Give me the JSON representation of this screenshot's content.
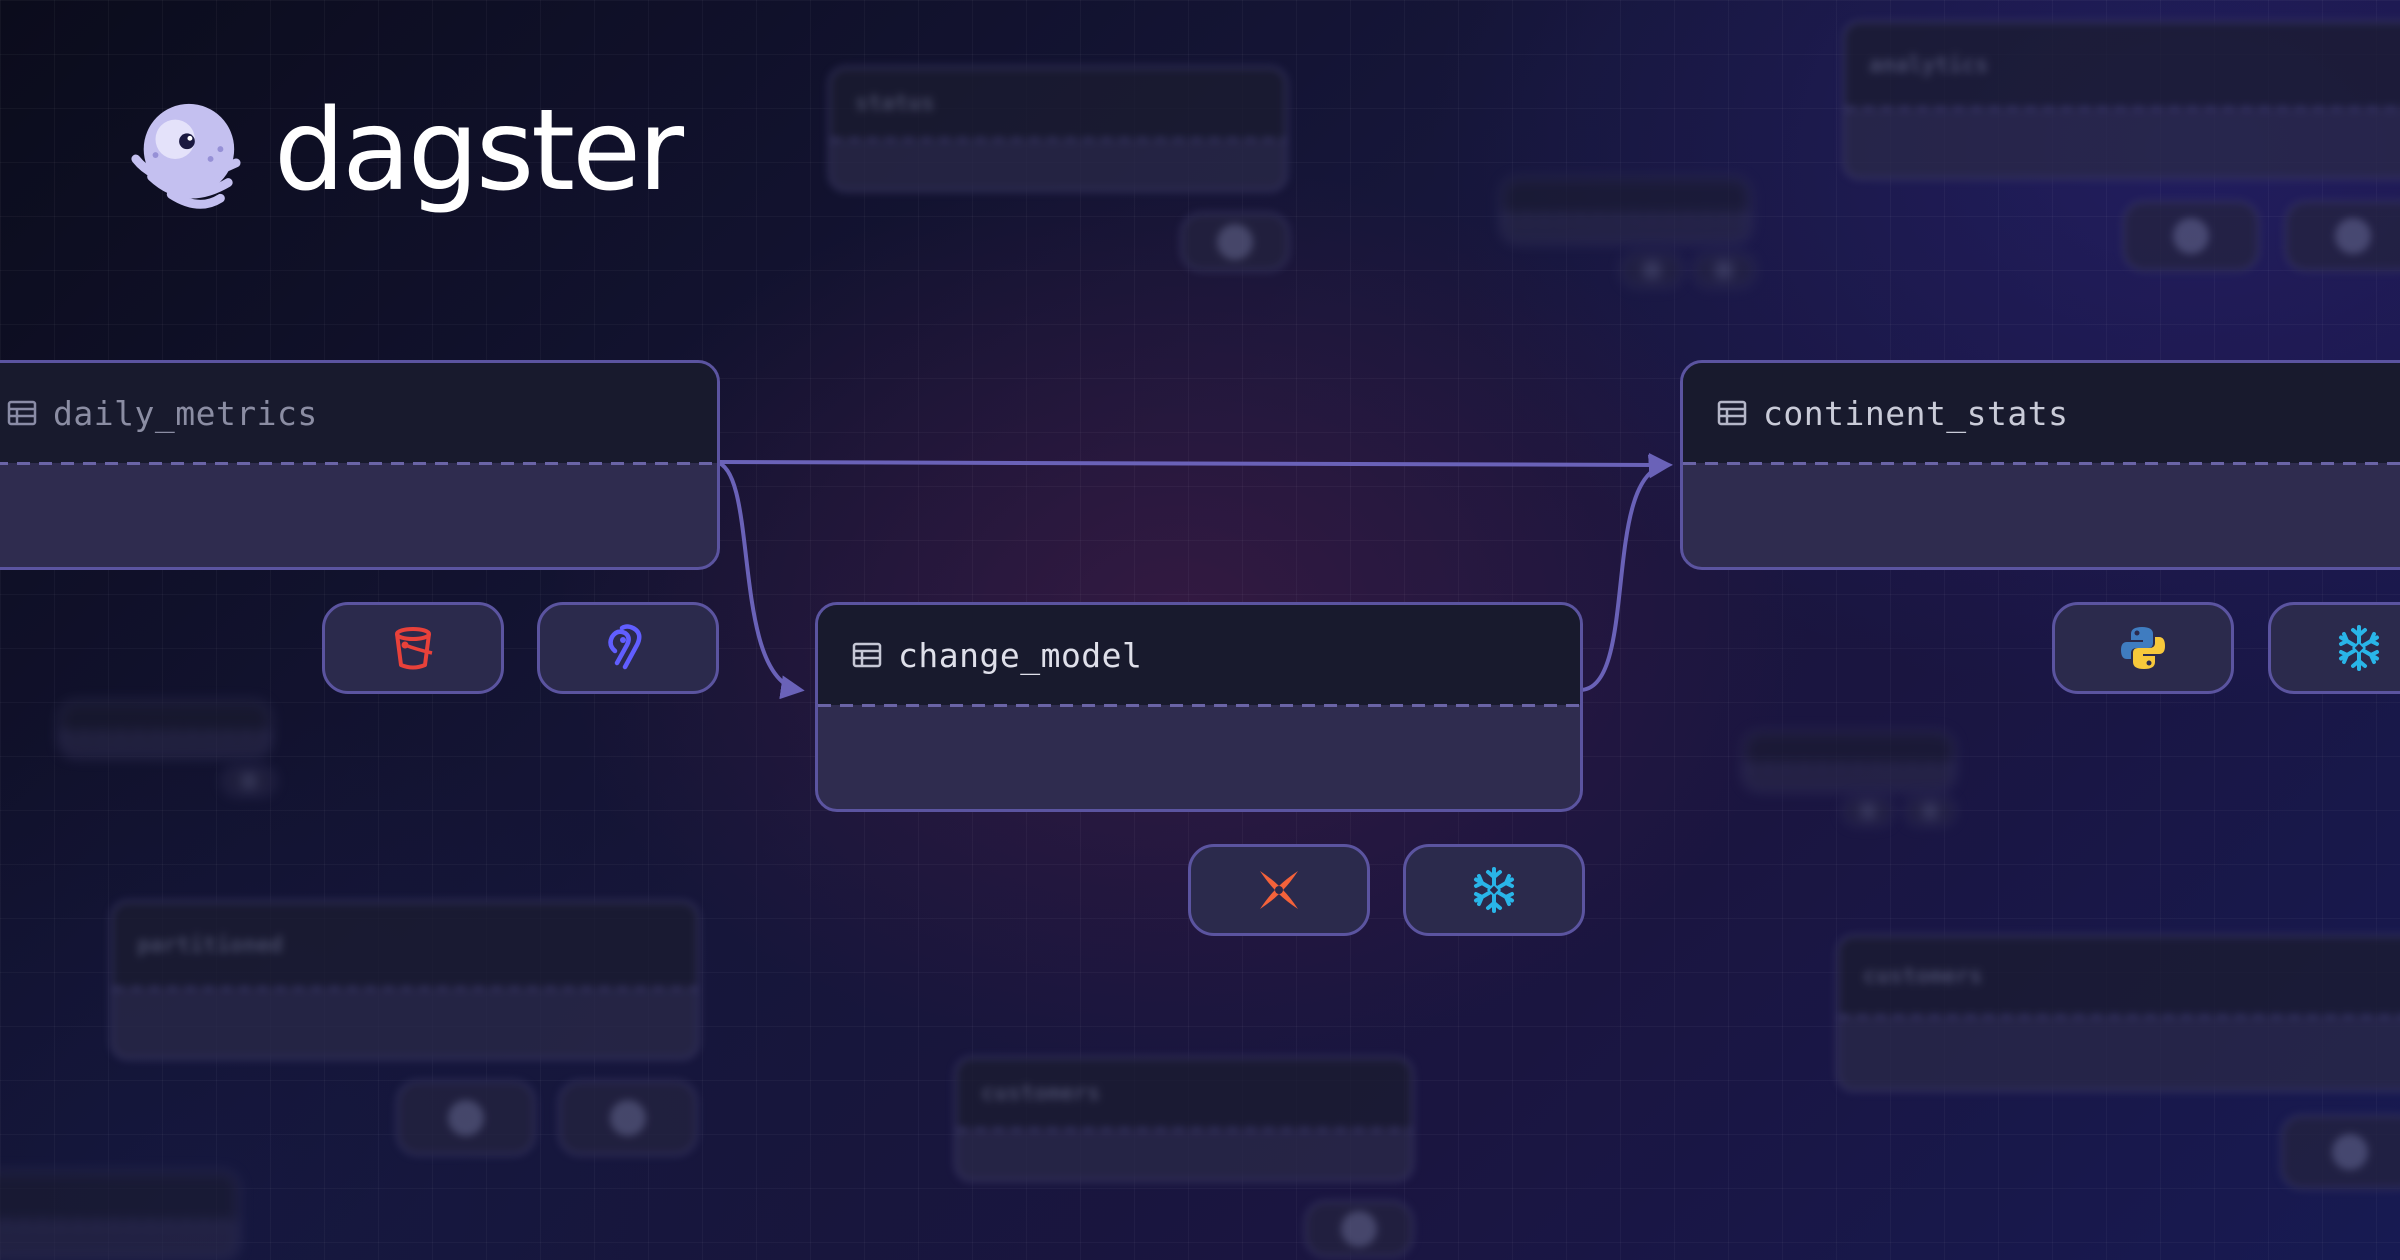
{
  "brand": {
    "name": "dagster"
  },
  "nodes": {
    "daily_metrics": {
      "label": "daily_metrics",
      "icon": "table-icon"
    },
    "change_model": {
      "label": "change_model",
      "icon": "table-icon"
    },
    "continent_stats": {
      "label": "continent_stats",
      "icon": "table-icon"
    }
  },
  "tools": {
    "daily_metrics": [
      "s3-bucket-icon",
      "airbyte-icon"
    ],
    "change_model": [
      "dbt-icon",
      "snowflake-icon"
    ],
    "continent_stats": [
      "python-icon",
      "snowflake-icon"
    ]
  },
  "edges": [
    {
      "from": "daily_metrics",
      "to": "continent_stats"
    },
    {
      "from": "daily_metrics",
      "to": "change_model"
    },
    {
      "from": "change_model",
      "to": "continent_stats"
    }
  ],
  "background_nodes": {
    "status": "status",
    "analytics": "analytics",
    "partitioned": "partitioned",
    "customers_center": "customers",
    "customers_right": "customers"
  },
  "colors": {
    "node_border": "#5b54a0",
    "node_head": "#181a2d",
    "edge": "#6a62b8",
    "dbt": "#f4623a",
    "snowflake": "#29b5e8",
    "s3": "#e8413a",
    "airbyte": "#615eff"
  }
}
